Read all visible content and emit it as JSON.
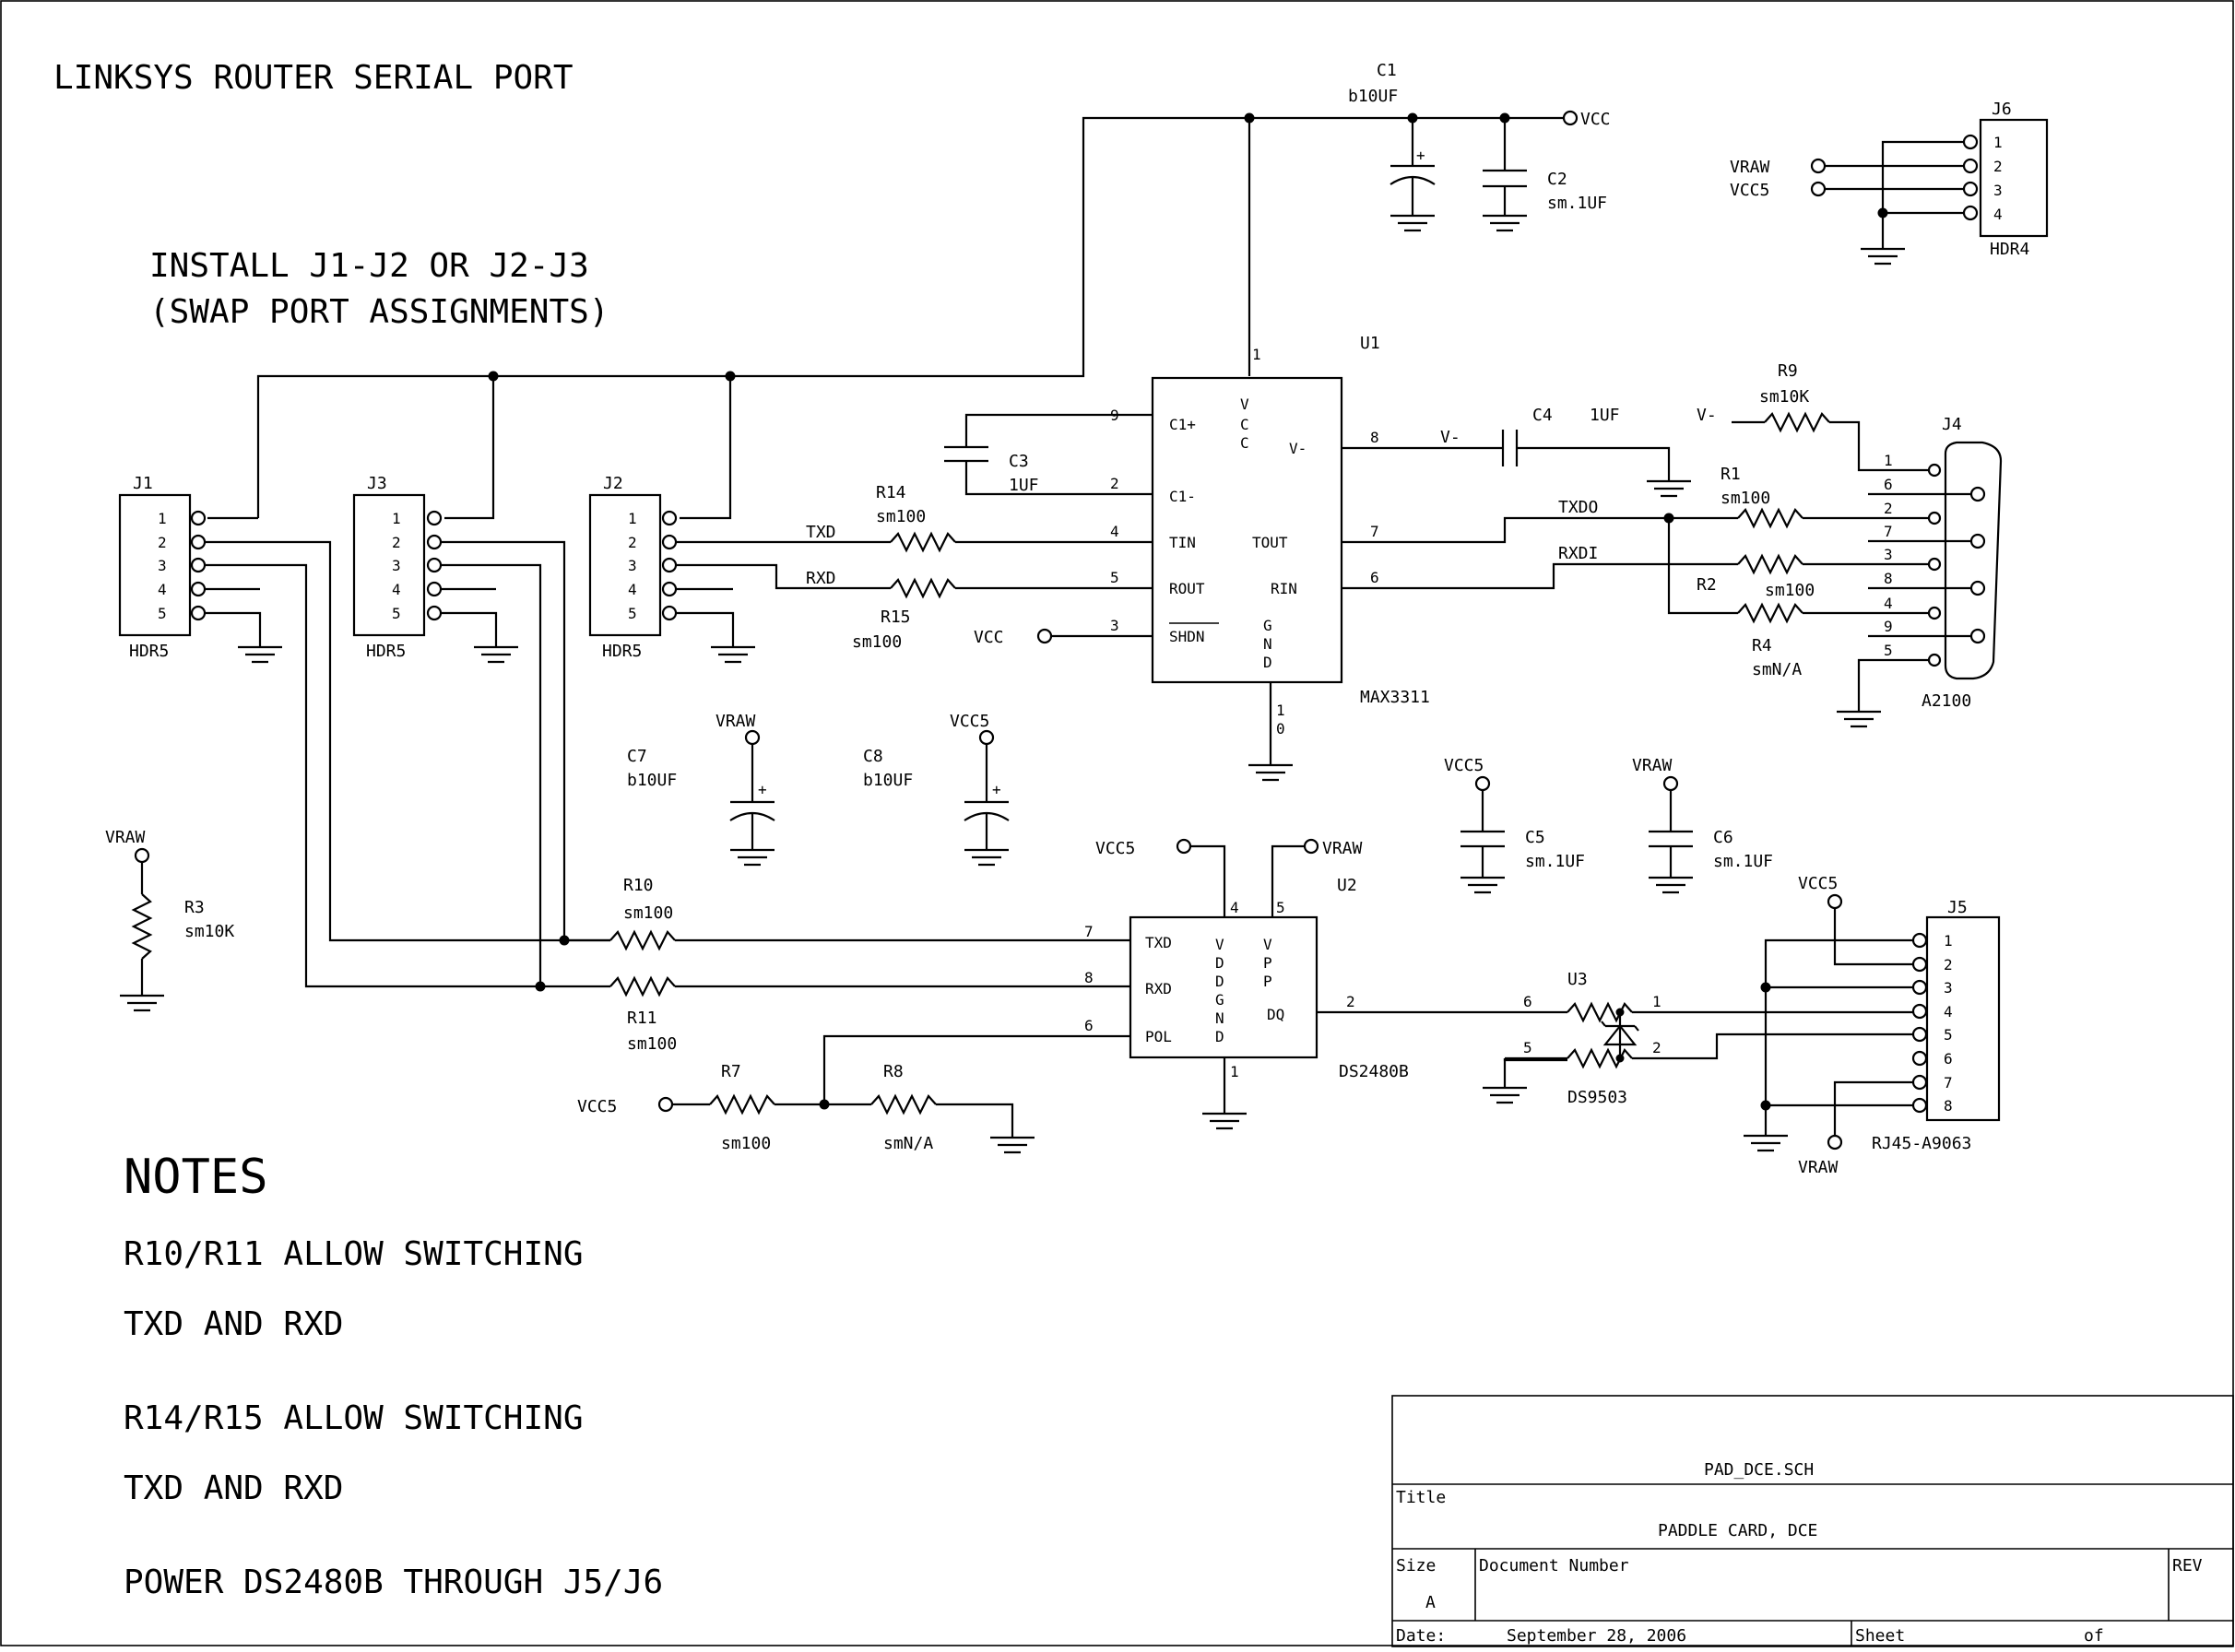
{
  "title": "LINKSYS ROUTER SERIAL PORT",
  "install_note": [
    "INSTALL J1-J2 OR J2-J3",
    "(SWAP PORT ASSIGNMENTS)"
  ],
  "nets": {
    "vcc": "VCC",
    "vcc5": "VCC5",
    "vraw": "VRAW",
    "vminus": "V-",
    "txd": "TXD",
    "rxd": "RXD",
    "txdo": "TXDO",
    "rxdi": "RXDI"
  },
  "parts": {
    "c1": {
      "ref": "C1",
      "value": "b10UF"
    },
    "c2": {
      "ref": "C2",
      "value": "sm.1UF"
    },
    "c3": {
      "ref": "C3",
      "value": "1UF"
    },
    "c4": {
      "ref": "C4",
      "value": "1UF"
    },
    "c5": {
      "ref": "C5",
      "value": "sm.1UF"
    },
    "c6": {
      "ref": "C6",
      "value": "sm.1UF"
    },
    "c7": {
      "ref": "C7",
      "value": "b10UF"
    },
    "c8": {
      "ref": "C8",
      "value": "b10UF"
    },
    "j1": {
      "ref": "J1",
      "value": "HDR5"
    },
    "j2": {
      "ref": "J2",
      "value": "HDR5"
    },
    "j3": {
      "ref": "J3",
      "value": "HDR5"
    },
    "j4": {
      "ref": "J4",
      "value": "A2100"
    },
    "j5": {
      "ref": "J5",
      "value": "RJ45-A9063"
    },
    "j6": {
      "ref": "J6",
      "value": "HDR4"
    },
    "r1": {
      "ref": "R1",
      "value": "sm100"
    },
    "r2": {
      "ref": "R2",
      "value": "sm100"
    },
    "r3": {
      "ref": "R3",
      "value": "sm10K"
    },
    "r4": {
      "ref": "R4",
      "value": "smN/A"
    },
    "r7": {
      "ref": "R7",
      "value": "sm100"
    },
    "r8": {
      "ref": "R8",
      "value": "smN/A"
    },
    "r9": {
      "ref": "R9",
      "value": "sm10K"
    },
    "r10": {
      "ref": "R10",
      "value": "sm100"
    },
    "r11": {
      "ref": "R11",
      "value": "sm100"
    },
    "r14": {
      "ref": "R14",
      "value": "sm100"
    },
    "r15": {
      "ref": "R15",
      "value": "sm100"
    },
    "u1": {
      "ref": "U1",
      "value": "MAX3311"
    },
    "u2": {
      "ref": "U2",
      "value": "DS2480B"
    },
    "u3": {
      "ref": "U3",
      "value": "DS9503"
    }
  },
  "notes": {
    "heading": "NOTES",
    "lines": [
      "R10/R11 ALLOW SWITCHING",
      "TXD AND RXD",
      "R14/R15 ALLOW SWITCHING",
      "TXD AND RXD",
      "POWER DS2480B THROUGH J5/J6"
    ]
  },
  "title_block": {
    "file_name": "PAD_DCE.SCH",
    "title_label": "Title",
    "title_value": "PADDLE CARD, DCE",
    "size_label": "Size",
    "size_value": "A",
    "doc_number_label": "Document Number",
    "rev_label": "REV",
    "date_label": "Date:",
    "date_value": "September 28, 2006",
    "sheet_label": "Sheet",
    "of_label": "of"
  }
}
